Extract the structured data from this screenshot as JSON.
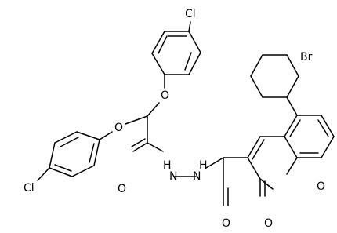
{
  "molecule": {
    "atom_labels": {
      "cl_top": "Cl",
      "cl_left": "Cl",
      "br": "Br",
      "o_ether_top": "O",
      "o_ether_left": "O",
      "o_amide": "O",
      "nh_left": "H",
      "nh_left_n": "N",
      "nh_right_n": "N",
      "nh_right": "H",
      "o_hydrazide": "O",
      "o_ring": "O",
      "o_lactone": "O"
    }
  }
}
